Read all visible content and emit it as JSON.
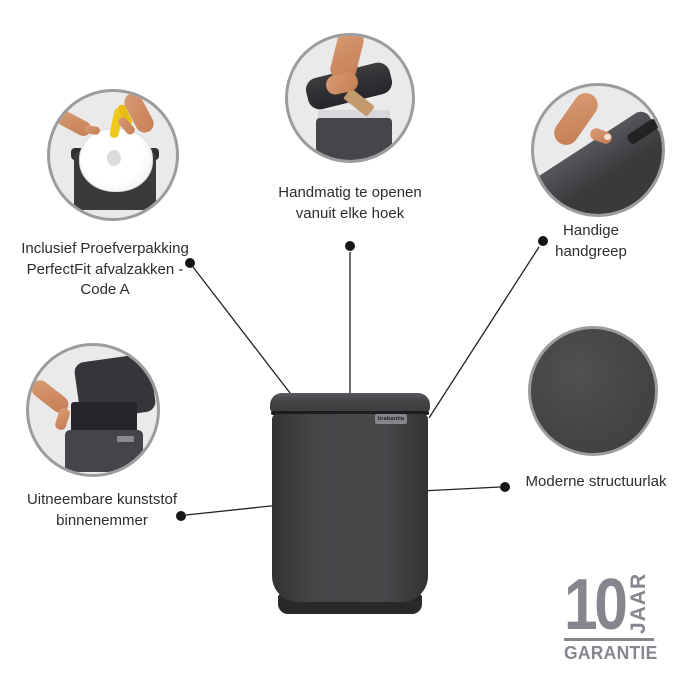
{
  "callouts": {
    "open": {
      "lines": [
        "Handmatig te openen",
        "vanuit elke hoek"
      ]
    },
    "bags": {
      "lines": [
        "Inclusief Proefverpakking",
        "PerfectFit afvalzakken -",
        "Code A"
      ]
    },
    "handle": {
      "lines": [
        "Handige",
        "handgreep"
      ]
    },
    "liner": {
      "lines": [
        "Uitneembare kunststof",
        "binnenemmer"
      ]
    },
    "finish": {
      "lines": [
        "Moderne structuurlak"
      ]
    }
  },
  "product": {
    "brand": "brabantia"
  },
  "badge": {
    "number": "10",
    "unit": "JAAR",
    "word": "GARANTIE"
  },
  "colors": {
    "bin_charcoal": "#414143",
    "accent_yellow": "#f0c91f",
    "badge_gray": "#86868e",
    "text": "#2d2d2d",
    "circle_ring": "#9c9c9e"
  }
}
